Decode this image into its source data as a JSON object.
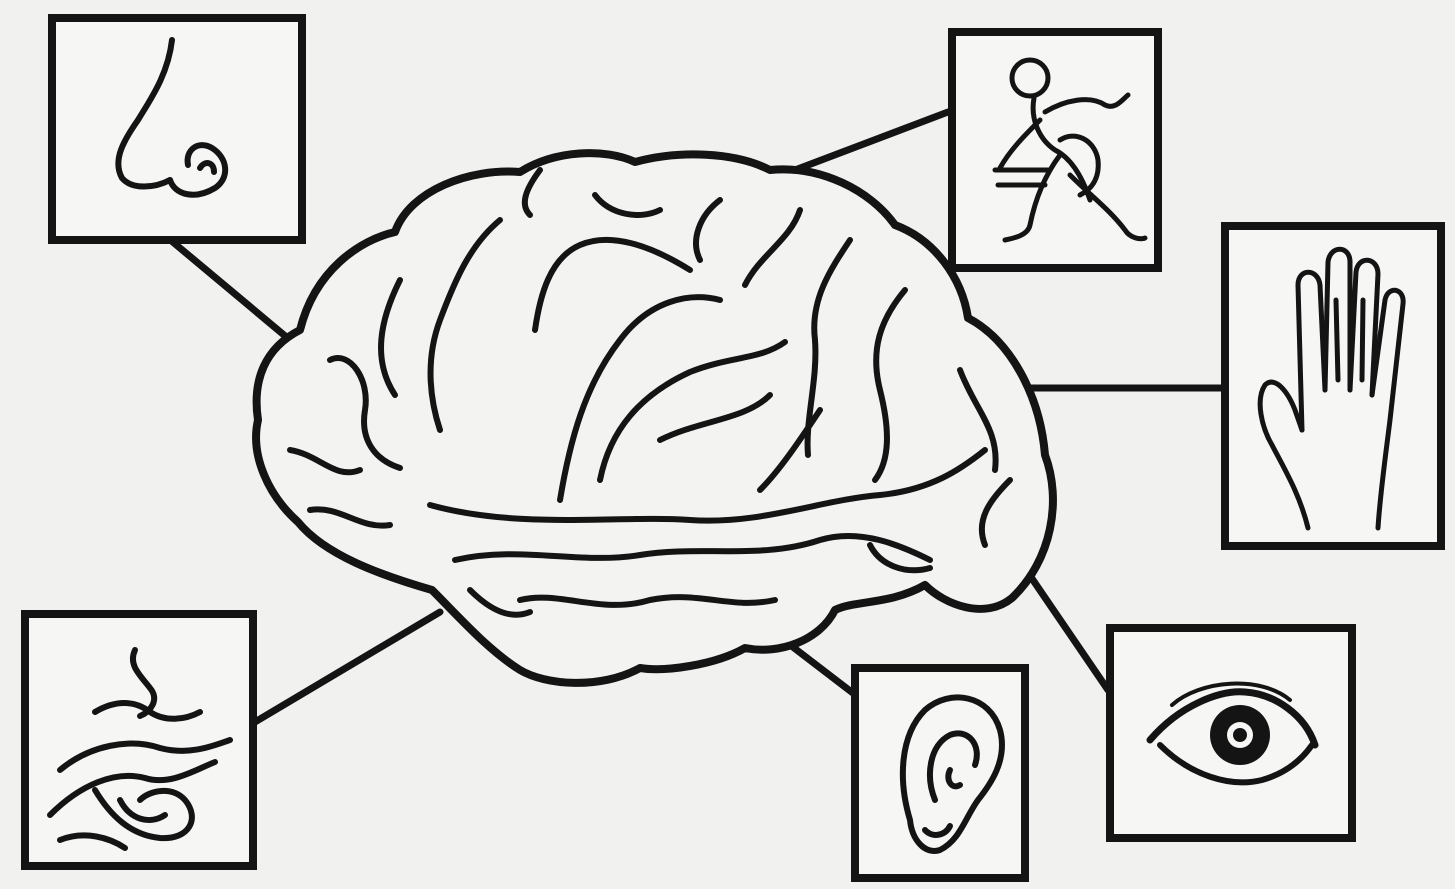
{
  "diagram": {
    "subject": "brain-icon",
    "colors": {
      "ink": "#141414",
      "paper": "#f1f1ef",
      "box_fill": "#f6f6f4"
    },
    "senses": [
      {
        "id": "smell",
        "icon": "nose-icon"
      },
      {
        "id": "movement",
        "icon": "running-person-icon"
      },
      {
        "id": "touch",
        "icon": "hand-icon"
      },
      {
        "id": "sight",
        "icon": "eye-icon"
      },
      {
        "id": "hearing",
        "icon": "ear-icon"
      },
      {
        "id": "taste",
        "icon": "tongue-icon"
      }
    ]
  }
}
